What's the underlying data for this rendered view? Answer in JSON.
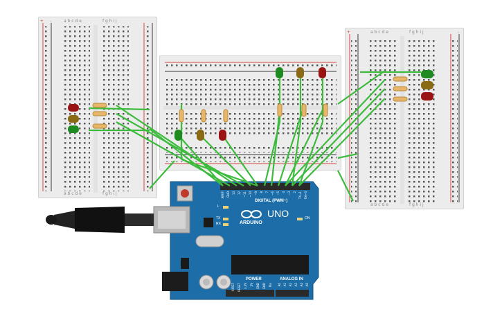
{
  "breadboard": {
    "cols_left": "a b c d e",
    "cols_right": "f g h i j",
    "plus": "+",
    "minus": "-"
  },
  "arduino": {
    "brand": "ARDUINO",
    "model": "UNO",
    "digital": "DIGITAL (PWM~)",
    "power": "POWER",
    "analog": "ANALOG IN",
    "on": "ON",
    "l": "L",
    "tx": "TX",
    "rx": "RX",
    "top_pins": [
      "AREF",
      "GND",
      "13",
      "12",
      "~11",
      "~10",
      "~9",
      "8",
      "7",
      "~6",
      "~5",
      "4",
      "~3",
      "2",
      "TX→1",
      "RX←0"
    ],
    "power_pins": [
      "IOREF",
      "RESET",
      "3.3V",
      "5V",
      "GND",
      "GND",
      "Vin"
    ],
    "analog_pins": [
      "A0",
      "A1",
      "A2",
      "A3",
      "A4",
      "A5"
    ]
  },
  "colors": {
    "led_red": "#9b1414",
    "led_yellow": "#8a6a14",
    "led_green": "#1f8a1f",
    "wire": "#3dbb3d",
    "board": "#1d6ea8"
  }
}
